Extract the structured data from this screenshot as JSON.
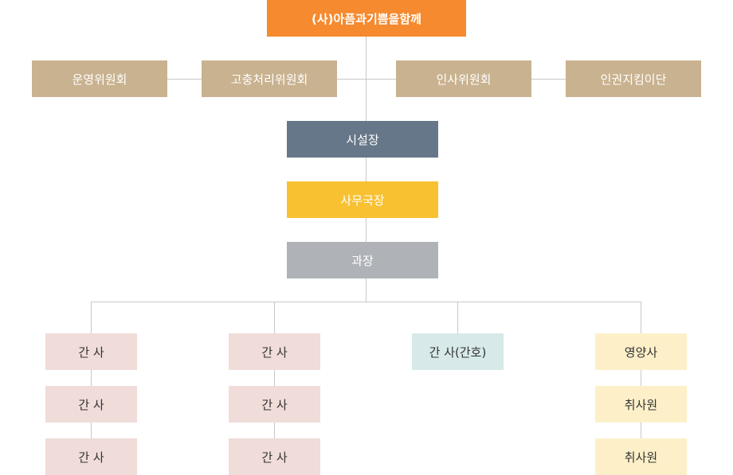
{
  "org": {
    "top": "(사)아픔과기쁨을함께",
    "committees": [
      "운영위원회",
      "고충처리위원회",
      "인사위원회",
      "인권지킴이단"
    ],
    "director": "시설장",
    "secretary_general": "사무국장",
    "section_chief": "과장",
    "columns": [
      [
        "간 사",
        "간 사",
        "간 사"
      ],
      [
        "간 사",
        "간 사",
        "간 사"
      ],
      [
        "간 사(간호)"
      ],
      [
        "영양사",
        "취사원",
        "취사원"
      ]
    ]
  },
  "colors": {
    "top": "#f58a2e",
    "committee": "#c9b28f",
    "director": "#667789",
    "secretary_general": "#f8c132",
    "section_chief": "#afb3b8",
    "nurse": "#f0dcd9",
    "head_nurse": "#d7e9e9",
    "nutrition": "#fdf0c9",
    "connector": "#c8c8c8"
  }
}
